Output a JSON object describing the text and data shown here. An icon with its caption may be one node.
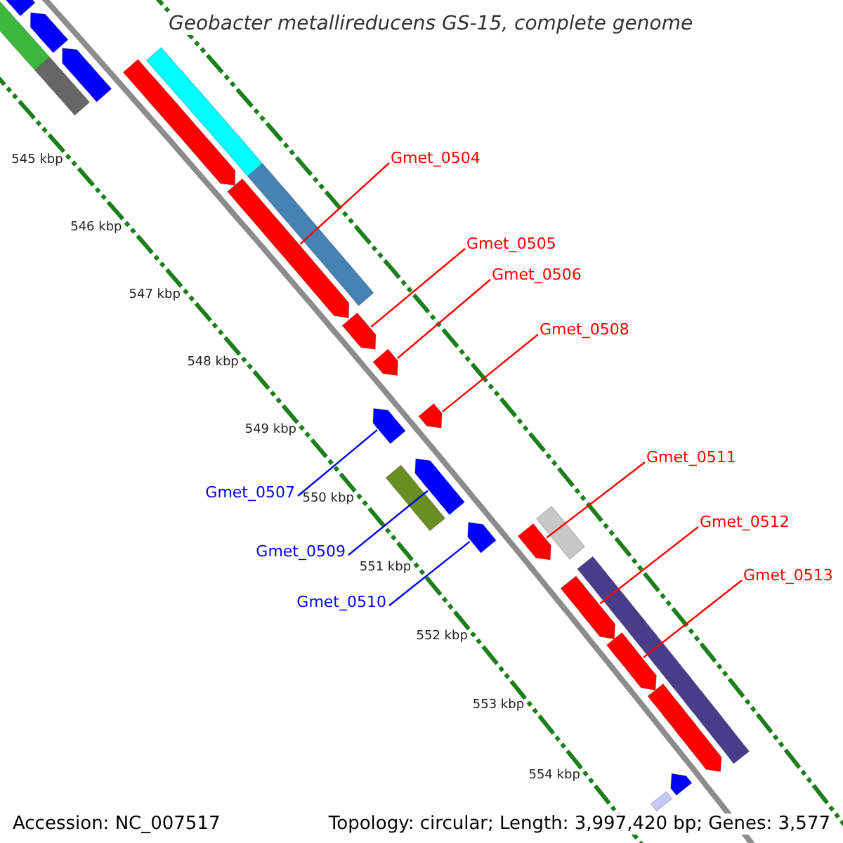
{
  "diagram": {
    "title": "Geobacter metallireducens GS-15, complete genome",
    "nodes": [
      {
        "text": [
          "Gmet_0504"
        ]
      },
      {
        "text": [
          "Gmet_0505"
        ]
      },
      {
        "text": [
          "Gmet_0506"
        ]
      },
      {
        "text": [
          "Gmet_0508"
        ]
      },
      {
        "text": [
          "Gmet_0511"
        ]
      },
      {
        "text": [
          "Gmet_0507"
        ]
      },
      {
        "text": [
          "Gmet_0512"
        ]
      },
      {
        "text": [
          "Gmet_0509"
        ]
      },
      {
        "text": [
          "Gmet_0513"
        ]
      },
      {
        "text": [
          "Gmet_0510"
        ]
      },
      {
        "text": [],
        "shape": "arrow"
      },
      {
        "text": [],
        "shape": "bar"
      },
      {
        "text": [],
        "shape": "arrow"
      },
      {
        "text": [],
        "shape": "bar"
      },
      {
        "text": [],
        "shape": "arrow"
      },
      {
        "text": [],
        "shape": "arrow"
      },
      {
        "text": [],
        "shape": "bar"
      },
      {
        "text": [],
        "shape": "arrow"
      },
      {
        "text": [],
        "shape": "bar"
      },
      {
        "text": [],
        "shape": "arrow"
      },
      {
        "text": [],
        "shape": "arrow"
      },
      {
        "text": [],
        "shape": "arrow"
      },
      {
        "text": [],
        "shape": "arrow"
      },
      {
        "text": [],
        "shape": "bar"
      },
      {
        "text": [],
        "shape": "arrow"
      },
      {
        "text": [],
        "shape": "arrow"
      },
      {
        "text": [],
        "shape": "bar"
      },
      {
        "text": [],
        "shape": "arrow"
      },
      {
        "text": [],
        "shape": "bar"
      },
      {
        "text": [],
        "shape": "arrow"
      },
      {
        "text": [],
        "shape": "arrow"
      },
      {
        "text": [],
        "shape": "bar"
      },
      {
        "text": [],
        "shape": "arrow"
      },
      {
        "text": [],
        "shape": "bar"
      },
      {
        "text": [],
        "shape": "arrow"
      },
      {
        "text": [],
        "shape": "bar"
      }
    ],
    "edges": [
      {
        "from": 0,
        "to": 17,
        "arrow": "none"
      },
      {
        "from": 1,
        "to": 19,
        "arrow": "none"
      },
      {
        "from": 2,
        "to": 20,
        "arrow": "none"
      },
      {
        "from": 3,
        "to": 22,
        "arrow": "none"
      },
      {
        "from": 4,
        "to": 27,
        "arrow": "none"
      },
      {
        "from": 5,
        "to": 21,
        "arrow": "none",
        "color": "#0000ff"
      },
      {
        "from": 6,
        "to": 29,
        "arrow": "none"
      },
      {
        "from": 7,
        "to": 24,
        "arrow": "none",
        "color": "#0000ff"
      },
      {
        "from": 8,
        "to": 30,
        "arrow": "none"
      },
      {
        "from": 9,
        "to": 25,
        "arrow": "none",
        "color": "#0000ff"
      }
    ],
    "labels": [
      "545 kbp",
      "546 kbp",
      "547 kbp",
      "548 kbp",
      "549 kbp",
      "550 kbp",
      "551 kbp",
      "552 kbp",
      "553 kbp",
      "554 kbp",
      "Accession: NC_007517",
      "Topology: circular; Length: 3,997,420 bp; Genes: 3,577"
    ]
  }
}
